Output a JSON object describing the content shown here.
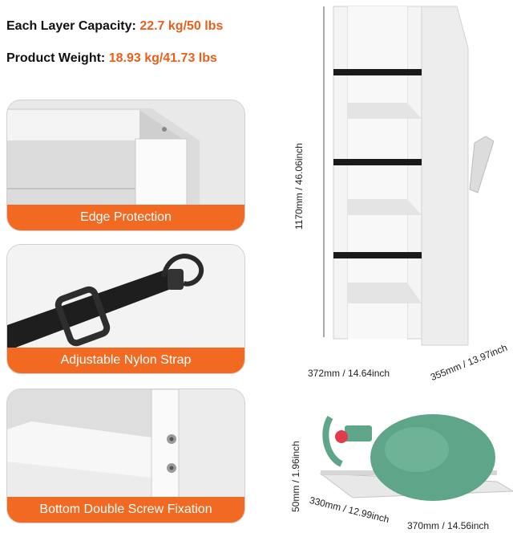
{
  "specs": {
    "layer_capacity_label": "Each Layer Capacity:",
    "layer_capacity_value": "22.7 kg/50 lbs",
    "weight_label": "Product Weight:",
    "weight_value": "18.93 kg/41.73 lbs"
  },
  "features": [
    {
      "caption": "Edge Protection"
    },
    {
      "caption": "Adjustable Nylon Strap"
    },
    {
      "caption": "Bottom Double Screw Fixation"
    }
  ],
  "dimensions": {
    "rack_height": "1170mm / 46.06inch",
    "rack_width": "372mm / 14.64inch",
    "rack_depth": "355mm / 13.97inch",
    "tray_height": "50mm / 1.96inch",
    "tray_depth": "330mm / 12.99inch",
    "tray_width": "370mm / 14.56inch"
  },
  "colors": {
    "accent": "#f26a21",
    "value_text": "#e8601c",
    "cylinder": "#5fa58a",
    "valve": "#e23b4a"
  }
}
